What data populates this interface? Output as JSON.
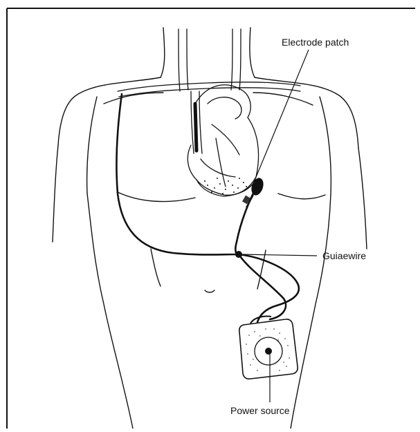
{
  "figure": {
    "labels": {
      "electrode_patch": "Electrode patch",
      "guidewire": "Guiaewire",
      "power_source": "Power source"
    },
    "colors": {
      "ink": "#111111",
      "background": "#ffffff"
    }
  }
}
